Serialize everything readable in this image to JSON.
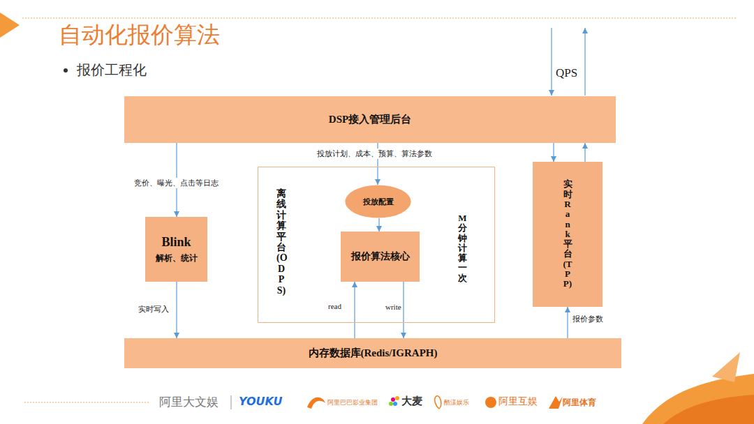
{
  "diagram": {
    "title": "自动化报价算法",
    "nodes": [
      {
        "text": [
          "DSP接入管理后台"
        ]
      },
      {
        "text": [
          "Blink",
          "解析、统计"
        ]
      },
      {
        "text": [
          "离线计算平台(ODPS)",
          "M分钟计算一次"
        ]
      },
      {
        "text": [
          "投放配置"
        ],
        "in": 2
      },
      {
        "text": [
          "报价算法核心"
        ],
        "in": 2
      },
      {
        "text": [
          "实时Rank平台(TPP)"
        ]
      },
      {
        "text": [
          "内存数据库(Redis/IGRAPH)"
        ]
      }
    ],
    "edges": [
      {
        "from": 0,
        "to": 1,
        "arrow": "to",
        "label": "竞价、曝光、点击等日志"
      },
      {
        "from": 1,
        "to": 6,
        "arrow": "to",
        "label": "实时写入"
      },
      {
        "from": 0,
        "to": 3,
        "arrow": "to",
        "label": "投放计划、成本、预算、算法参数"
      },
      {
        "from": 3,
        "to": 4,
        "arrow": "to"
      },
      {
        "from": 6,
        "to": 4,
        "arrow": "to",
        "label": "read"
      },
      {
        "from": 4,
        "to": 6,
        "arrow": "to",
        "label": "write"
      },
      {
        "from": 0,
        "to": 5,
        "arrow": "to"
      },
      {
        "from": 5,
        "to": 0,
        "arrow": "to"
      },
      {
        "from": 6,
        "to": 5,
        "arrow": "to",
        "label": "报价参数"
      }
    ],
    "labels": [
      "报价工程化",
      "QPS",
      "阿里大文娱",
      "YOUKU",
      "阿里巴巴影业集团",
      "大麦",
      "酷漾娱乐",
      "阿里互娱",
      "阿里体育"
    ]
  }
}
